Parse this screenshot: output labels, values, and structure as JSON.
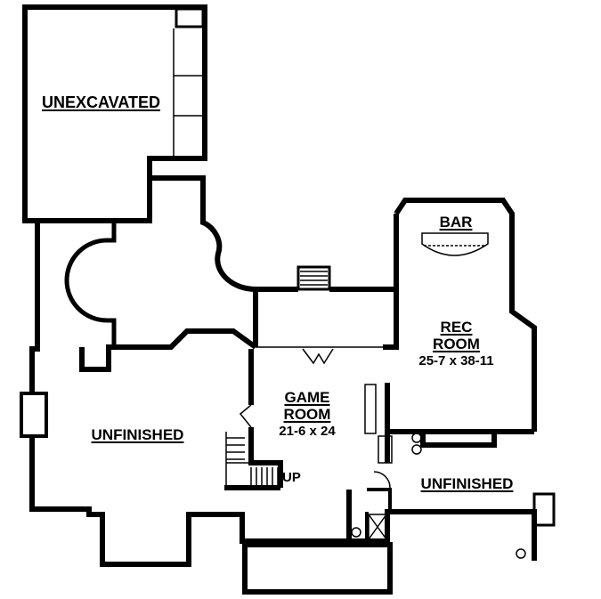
{
  "rooms": {
    "unexcavated": {
      "name": "UNEXCAVATED"
    },
    "bar": {
      "name": "BAR"
    },
    "rec_room": {
      "name_line1": "REC",
      "name_line2": "ROOM",
      "size": "25-7 x 38-11"
    },
    "game_room": {
      "name_line1": "GAME",
      "name_line2": "ROOM",
      "size": "21-6 x 24"
    },
    "unfinished_left": {
      "name": "UNFINISHED"
    },
    "unfinished_right": {
      "name": "UNFINISHED"
    }
  },
  "stairs": {
    "up_label": "UP"
  },
  "colors": {
    "wall": "#000000",
    "background": "#ffffff"
  }
}
